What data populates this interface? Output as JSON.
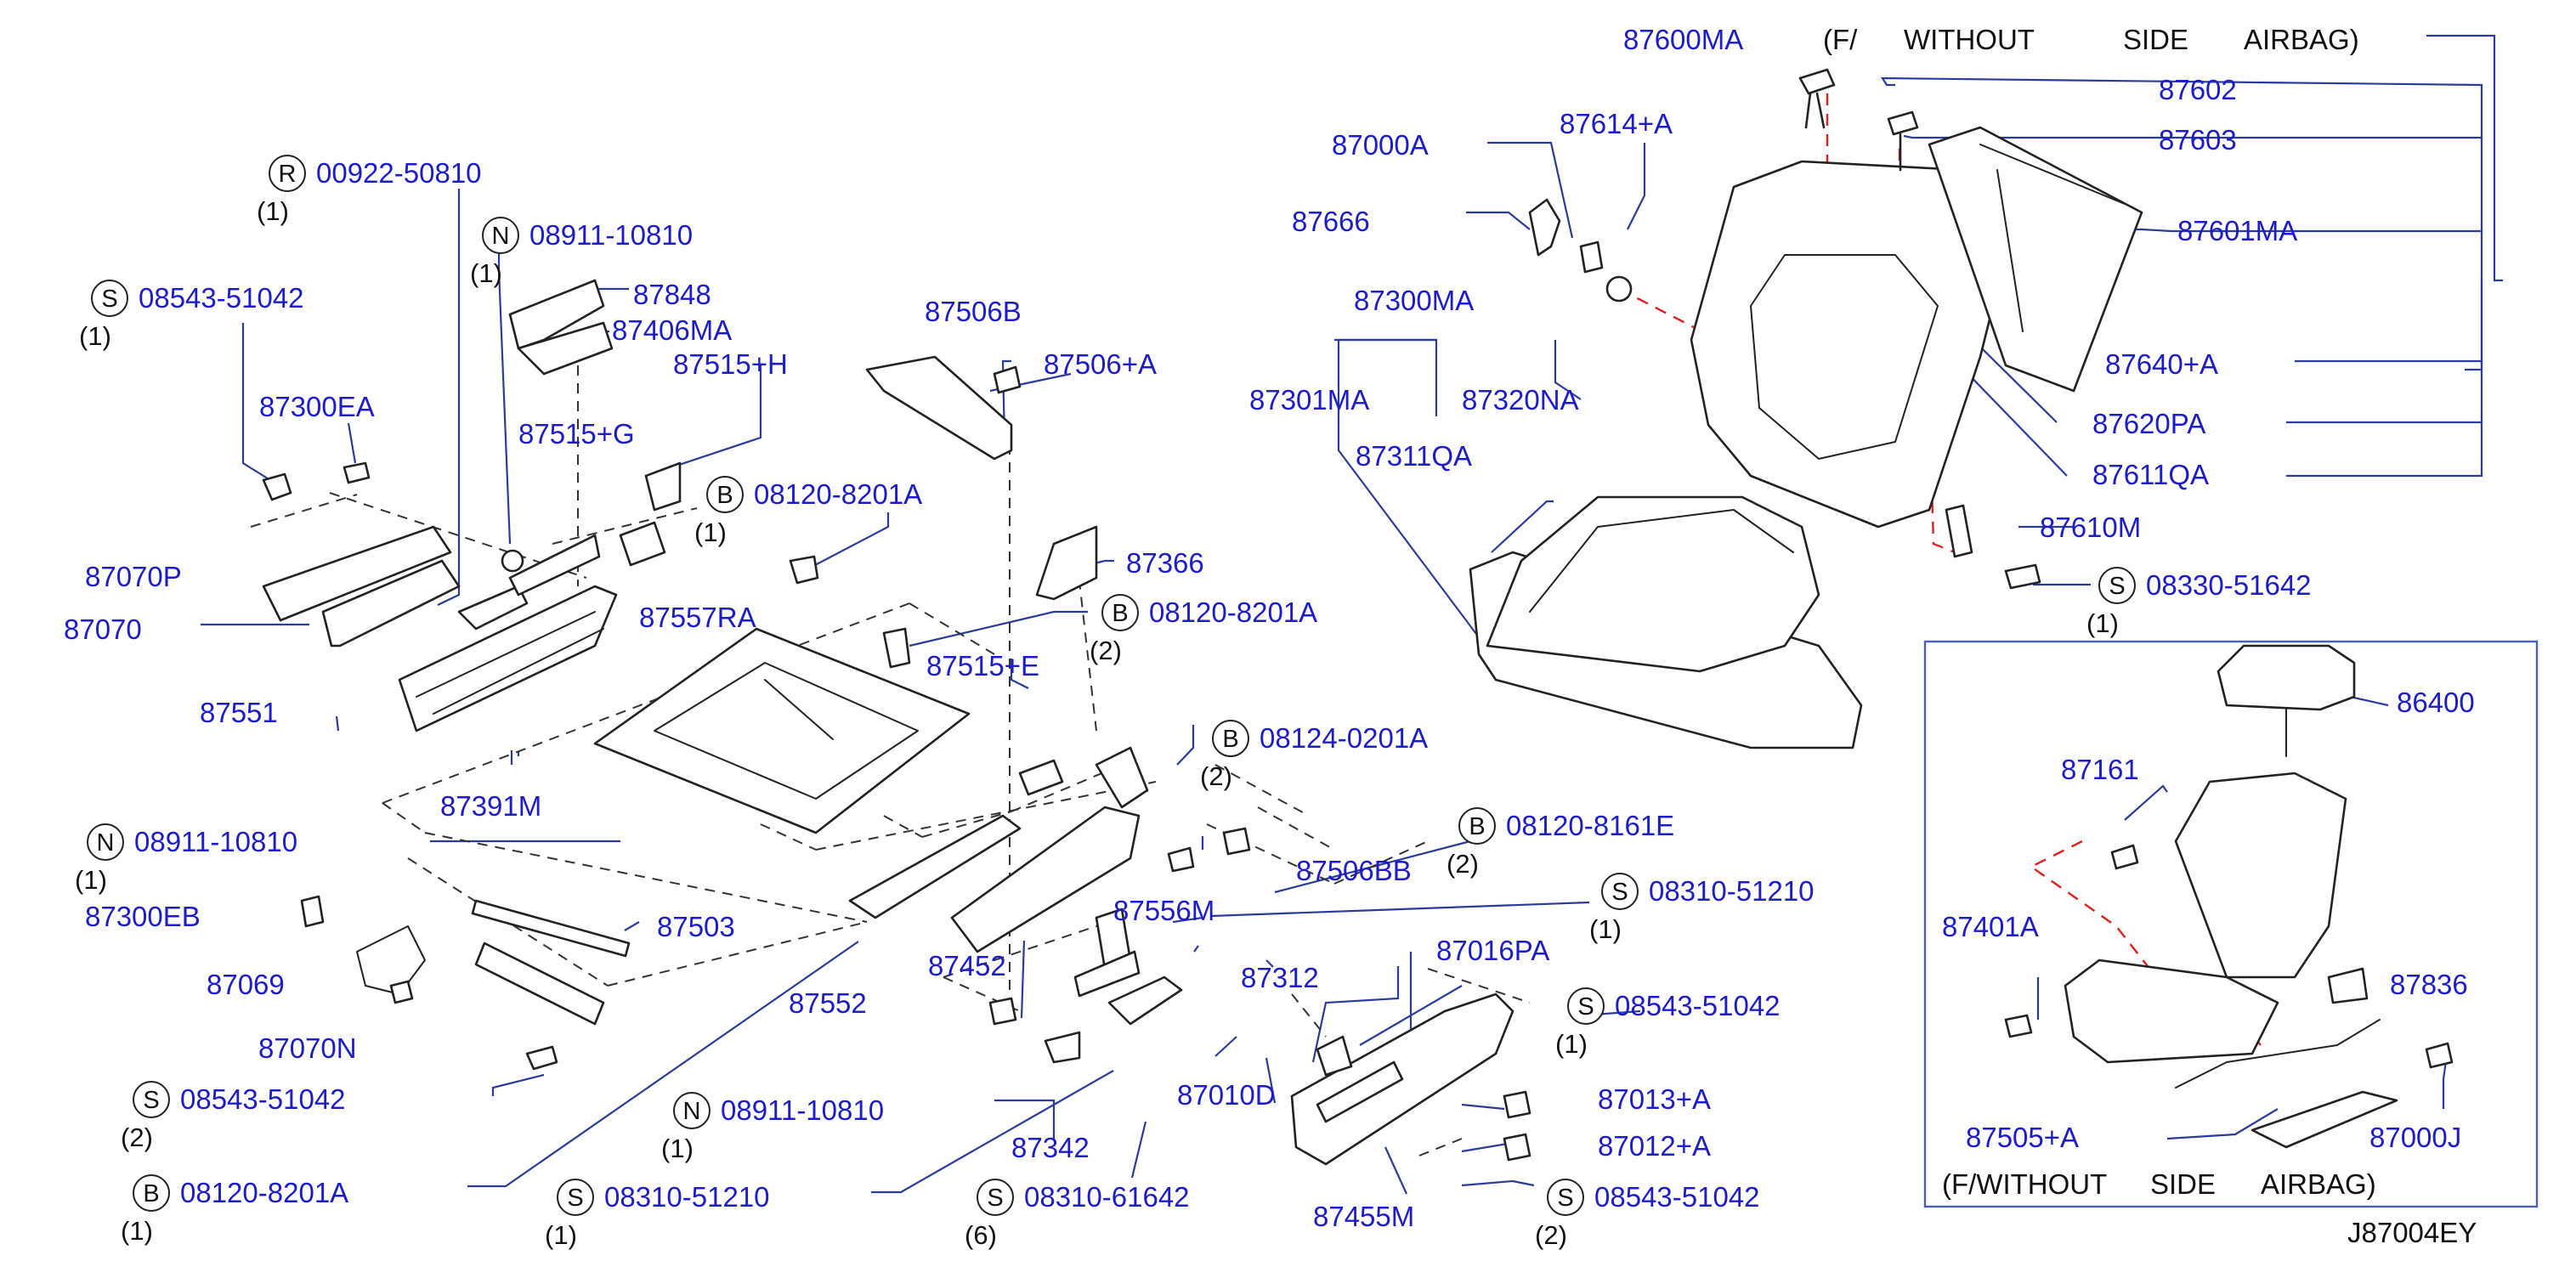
{
  "diagram_code": "J87004EY",
  "colors": {
    "label": "#1c1cc8",
    "leader": "#2a3c9a",
    "line_art": "#222222",
    "marker": "#e02020"
  },
  "notes": {
    "top_variant_label": "87600MA",
    "top_variant_parts": [
      "(F/",
      "WITHOUT",
      "SIDE",
      "AIRBAG)"
    ],
    "inset_variant_parts": [
      "(F/WITHOUT",
      "SIDE",
      "AIRBAG)"
    ]
  },
  "labels": {
    "p00922_50810": {
      "prefix": "R",
      "text": "00922-50810",
      "qty": "(1)"
    },
    "p08911_10810_a": {
      "prefix": "N",
      "text": "08911-10810",
      "qty": "(1)"
    },
    "p08543_51042_a": {
      "prefix": "S",
      "text": "08543-51042",
      "qty": "(1)"
    },
    "p87848": {
      "text": "87848"
    },
    "p87406MA": {
      "text": "87406MA"
    },
    "p87515H": {
      "text": "87515+H"
    },
    "p87300EA": {
      "text": "87300EA"
    },
    "p87515G": {
      "text": "87515+G"
    },
    "p08120_8201A_a": {
      "prefix": "B",
      "text": "08120-8201A",
      "qty": "(1)"
    },
    "p87506B": {
      "text": "87506B"
    },
    "p87506A": {
      "text": "87506+A"
    },
    "p87070P": {
      "text": "87070P"
    },
    "p87366": {
      "text": "87366"
    },
    "p87070": {
      "text": "87070"
    },
    "p87557RA": {
      "text": "87557RA"
    },
    "p08120_8201A_b": {
      "prefix": "B",
      "text": "08120-8201A",
      "qty": "(2)"
    },
    "p87515E": {
      "text": "87515+E"
    },
    "p87551": {
      "text": "87551"
    },
    "p08124_0201A": {
      "prefix": "B",
      "text": "08124-0201A",
      "qty": "(2)"
    },
    "p87391M": {
      "text": "87391M"
    },
    "p08120_8161E": {
      "prefix": "B",
      "text": "08120-8161E",
      "qty": "(2)"
    },
    "p08911_10810_b": {
      "prefix": "N",
      "text": "08911-10810",
      "qty": "(1)"
    },
    "p87506BB": {
      "text": "87506BB"
    },
    "p08310_51210_a": {
      "prefix": "S",
      "text": "08310-51210",
      "qty": "(1)"
    },
    "p87300EB": {
      "text": "87300EB"
    },
    "p87556M": {
      "text": "87556M"
    },
    "p87503": {
      "text": "87503"
    },
    "p87452": {
      "text": "87452"
    },
    "p87016PA": {
      "text": "87016PA"
    },
    "p87069": {
      "text": "87069"
    },
    "p87312": {
      "text": "87312"
    },
    "p87552": {
      "text": "87552"
    },
    "p08543_51042_b": {
      "prefix": "S",
      "text": "08543-51042",
      "qty": "(1)"
    },
    "p87070N": {
      "text": "87070N"
    },
    "p87010D": {
      "text": "87010D"
    },
    "p08543_51042_c": {
      "prefix": "S",
      "text": "08543-51042",
      "qty": "(2)"
    },
    "p87013A": {
      "text": "87013+A"
    },
    "p08911_10810_c": {
      "prefix": "N",
      "text": "08911-10810",
      "qty": "(1)"
    },
    "p87342": {
      "text": "87342"
    },
    "p87012A": {
      "text": "87012+A"
    },
    "p08120_8201A_c": {
      "prefix": "B",
      "text": "08120-8201A",
      "qty": "(1)"
    },
    "p08310_51210_b": {
      "prefix": "S",
      "text": "08310-51210",
      "qty": "(1)"
    },
    "p08310_61642": {
      "prefix": "S",
      "text": "08310-61642",
      "qty": "(6)"
    },
    "p08543_51042_d": {
      "prefix": "S",
      "text": "08543-51042",
      "qty": "(2)"
    },
    "p87455M": {
      "text": "87455M"
    },
    "p87602": {
      "text": "87602"
    },
    "p87603": {
      "text": "87603"
    },
    "p87000A": {
      "text": "87000A"
    },
    "p87614A": {
      "text": "87614+A"
    },
    "p87666": {
      "text": "87666"
    },
    "p87601MA": {
      "text": "87601MA"
    },
    "p87300MA": {
      "text": "87300MA"
    },
    "p87640A": {
      "text": "87640+A"
    },
    "p87301MA": {
      "text": "87301MA"
    },
    "p87320NA": {
      "text": "87320NA"
    },
    "p87620PA": {
      "text": "87620PA"
    },
    "p87311QA": {
      "text": "87311QA"
    },
    "p87611QA": {
      "text": "87611QA"
    },
    "p87610M": {
      "text": "87610M"
    },
    "p08330_51642": {
      "prefix": "S",
      "text": "08330-51642",
      "qty": "(1)"
    },
    "p86400": {
      "text": "86400"
    },
    "p87161": {
      "text": "87161"
    },
    "p87401A": {
      "text": "87401A"
    },
    "p87836": {
      "text": "87836"
    },
    "p87505A": {
      "text": "87505+A"
    },
    "p87000J": {
      "text": "87000J"
    }
  }
}
